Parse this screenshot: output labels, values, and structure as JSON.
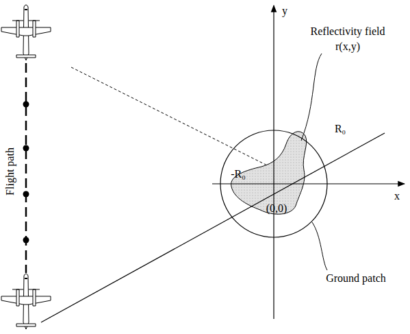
{
  "diagram": {
    "labels": [
      "y",
      "x",
      "Reflectivity field",
      "r(x,y)",
      "R₀",
      "-R₀",
      "(0,0)",
      "Ground patch",
      "Flight path"
    ]
  }
}
